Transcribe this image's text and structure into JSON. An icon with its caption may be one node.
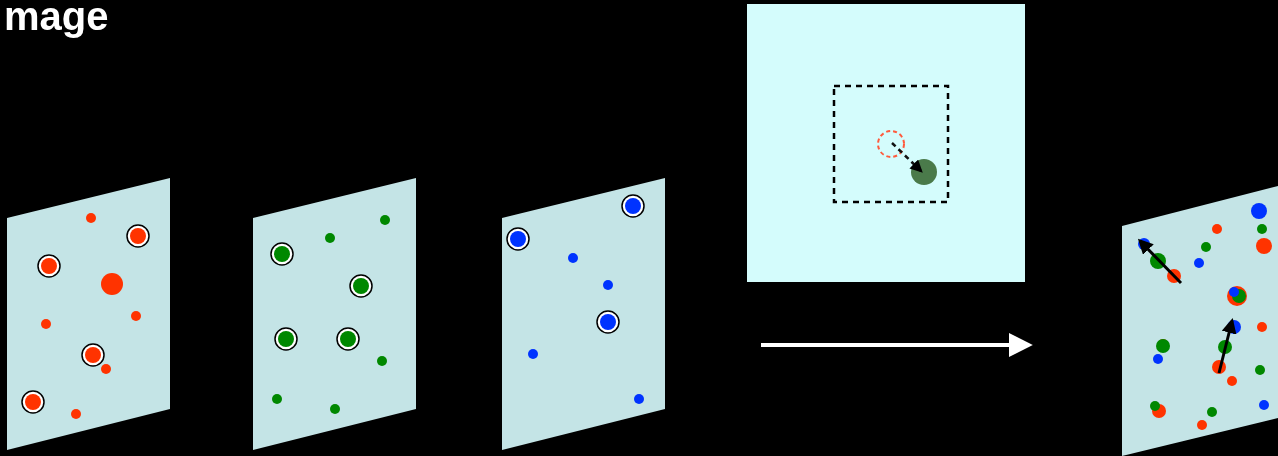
{
  "diagram": {
    "nodes": [
      {
        "text": [],
        "shape": "picture"
      },
      {
        "text": [],
        "shape": "picture"
      },
      {
        "text": [],
        "shape": "picture"
      },
      {
        "text": [],
        "shape": "picture"
      },
      {
        "text": [],
        "shape": "picture"
      }
    ],
    "edges": [
      {
        "from": null,
        "to": 4,
        "arrow": "to"
      }
    ],
    "labels": [
      "mage"
    ]
  }
}
